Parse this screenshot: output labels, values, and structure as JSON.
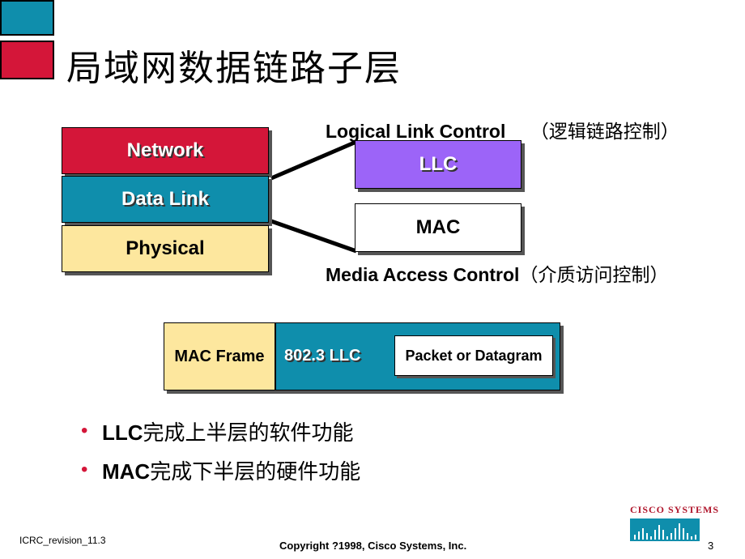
{
  "title": "局域网数据链路子层",
  "colors": {
    "red": "#d41639",
    "teal": "#0f8eac",
    "yellow": "#fde79e",
    "purple": "#9c64f8"
  },
  "layers": {
    "network": "Network",
    "data_link": "Data Link",
    "physical": "Physical"
  },
  "sublayers": {
    "llc": "LLC",
    "mac": "MAC"
  },
  "captions": {
    "llc_en": "Logical Link Control",
    "llc_cn": "（逻辑链路控制）",
    "mac_en": "Media Access Control",
    "mac_cn": "（介质访问控制）"
  },
  "frame": {
    "mac_frame": "MAC Frame",
    "llc_label": "802.3 LLC",
    "packet": "Packet or Datagram"
  },
  "bullets": [
    {
      "bold": "LLC",
      "text": "完成上半层的软件功能"
    },
    {
      "bold": "MAC",
      "text": "完成下半层的硬件功能"
    }
  ],
  "footer": {
    "revision": "ICRC_revision_11.3",
    "copyright": "Copyright ?1998, Cisco Systems, Inc.",
    "page": "3",
    "logo_text": "CISCO SYSTEMS"
  }
}
